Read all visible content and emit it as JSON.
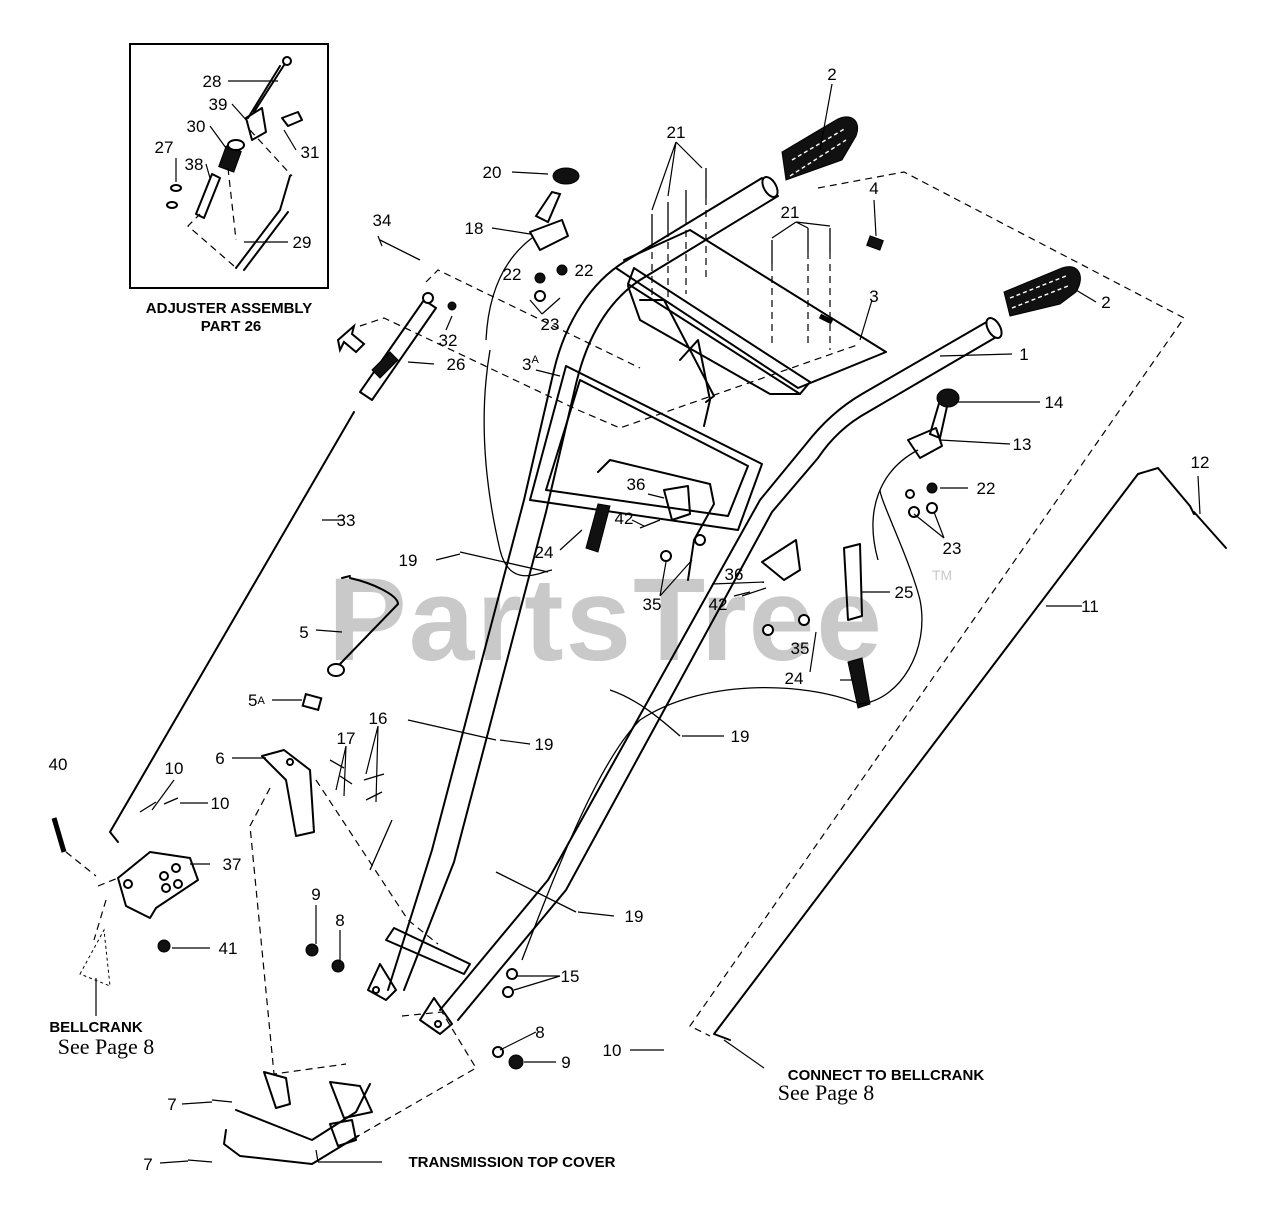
{
  "watermark": {
    "text": "PartsTree",
    "tm": "TM"
  },
  "inset": {
    "caption_line1": "ADJUSTER ASSEMBLY",
    "caption_line2": "PART 26"
  },
  "notes": {
    "bellcrank_title": "BELLCRANK",
    "bellcrank_ref": "See Page 8",
    "connect_title": "CONNECT TO BELLCRANK",
    "connect_ref": "See Page 8",
    "transmission": "TRANSMISSION TOP COVER"
  },
  "labels": {
    "p1": "1",
    "p2a": "2",
    "p2b": "2",
    "p3": "3",
    "p3a": "3",
    "p3a_sup": "A",
    "p4": "4",
    "p5": "5",
    "p5a": "5",
    "p5a_sup": "A",
    "p6": "6",
    "p7a": "7",
    "p7b": "7",
    "p8a": "8",
    "p8b": "8",
    "p9a": "9",
    "p9b": "9",
    "p10a": "10",
    "p10b": "10",
    "p10c": "10",
    "p11": "11",
    "p12": "12",
    "p13": "13",
    "p14": "14",
    "p15": "15",
    "p16": "16",
    "p17": "17",
    "p18": "18",
    "p19a": "19",
    "p19b": "19",
    "p19c": "19",
    "p19d": "19",
    "p20": "20",
    "p21a": "21",
    "p21b": "21",
    "p22a": "22",
    "p22b": "22",
    "p22c": "22",
    "p23a": "23",
    "p23b": "23",
    "p24a": "24",
    "p24b": "24",
    "p25": "25",
    "p26": "26",
    "p27": "27",
    "p28": "28",
    "p29": "29",
    "p30": "30",
    "p31": "31",
    "p32": "32",
    "p33": "33",
    "p34": "34",
    "p35a": "35",
    "p35b": "35",
    "p36a": "36",
    "p36b": "36",
    "p37": "37",
    "p38": "38",
    "p39": "39",
    "p40": "40",
    "p41": "41",
    "p42a": "42",
    "p42b": "42"
  }
}
